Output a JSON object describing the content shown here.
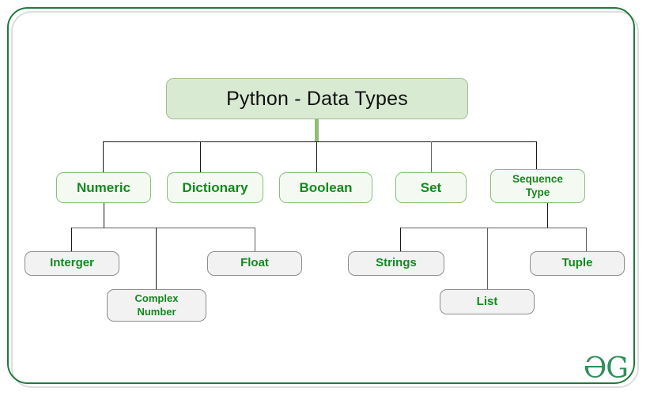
{
  "diagram": {
    "type": "tree",
    "title": "Python - Data Types",
    "root": {
      "label": "Python - Data Types"
    },
    "level1": [
      {
        "label": "Numeric"
      },
      {
        "label": "Dictionary"
      },
      {
        "label": "Boolean"
      },
      {
        "label": "Set"
      },
      {
        "label_line1": "Sequence",
        "label_line2": "Type"
      }
    ],
    "level2_numeric": [
      {
        "label": "Interger"
      },
      {
        "label_line1": "Complex",
        "label_line2": "Number"
      },
      {
        "label": "Float"
      }
    ],
    "level2_sequence": [
      {
        "label": "Strings"
      },
      {
        "label": "List"
      },
      {
        "label": "Tuple"
      }
    ]
  },
  "branding": {
    "logo_text": "ƏG"
  },
  "colors": {
    "frame_green": "#1f7a3f",
    "frame_shadow": "#dddddd",
    "root_fill": "#d9ead3",
    "root_border": "#9dc08b",
    "root_text": "#111111",
    "level1_fill": "#f4faf2",
    "level1_border": "#8bbd7a",
    "level2_fill": "#f2f2f2",
    "level2_border": "#8d8d8d",
    "node_text_green": "#14891f",
    "connector": "#1a1a1a",
    "stem": "#8fbc79",
    "logo": "#2f8f5b"
  }
}
